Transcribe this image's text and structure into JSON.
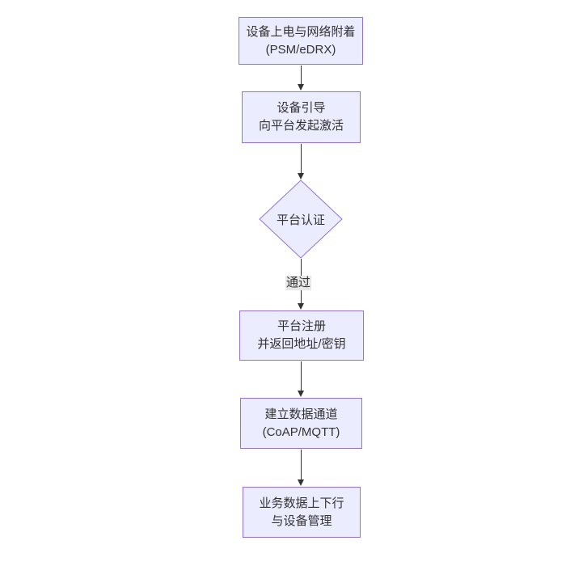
{
  "diagram": {
    "type": "flowchart",
    "direction": "top-down",
    "colors": {
      "background": "#ffffff",
      "node_fill": "#ECECFF",
      "node_border": "#9370DB",
      "arrow": "#333333",
      "text": "#333333",
      "edge_label_bg": "#e8e8e8"
    },
    "nodes": [
      {
        "id": "power-on-attach",
        "shape": "rect",
        "line1": "设备上电与网络附着",
        "line2": "(PSM/eDRX)"
      },
      {
        "id": "bootstrap-activate",
        "shape": "rect",
        "line1": "设备引导",
        "line2": "向平台发起激活"
      },
      {
        "id": "platform-auth",
        "shape": "diamond",
        "line1": "平台认证"
      },
      {
        "id": "platform-register",
        "shape": "rect",
        "line1": "平台注册",
        "line2": "并返回地址/密钥"
      },
      {
        "id": "data-channel",
        "shape": "rect",
        "line1": "建立数据通道",
        "line2": "(CoAP/MQTT)"
      },
      {
        "id": "business-data",
        "shape": "rect",
        "line1": "业务数据上下行",
        "line2": "与设备管理"
      }
    ],
    "edges": [
      {
        "from": "power-on-attach",
        "to": "bootstrap-activate",
        "label": ""
      },
      {
        "from": "bootstrap-activate",
        "to": "platform-auth",
        "label": ""
      },
      {
        "from": "platform-auth",
        "to": "platform-register",
        "label": "通过"
      },
      {
        "from": "platform-register",
        "to": "data-channel",
        "label": ""
      },
      {
        "from": "data-channel",
        "to": "business-data",
        "label": ""
      }
    ]
  }
}
